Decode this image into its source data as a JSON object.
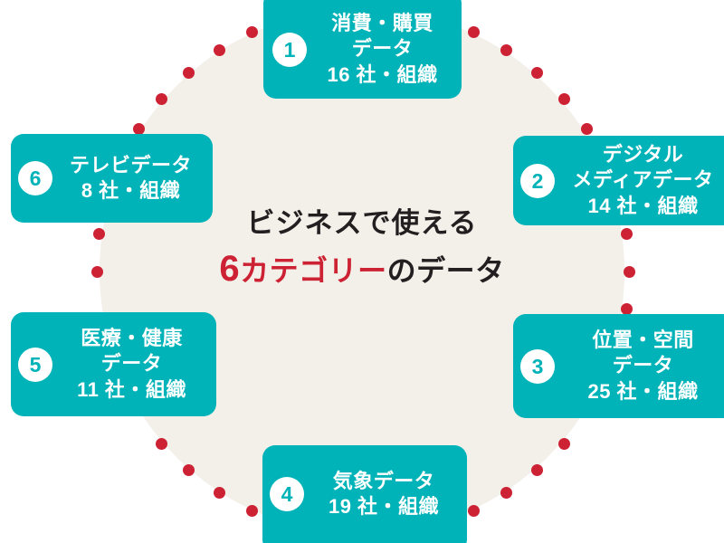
{
  "diagram": {
    "center": {
      "line1": "ビジネスで使える",
      "accent_number": "6",
      "accent_word": "カテゴリー",
      "line2_tail": "のデータ"
    },
    "colors": {
      "card_teal": "#00b3b8",
      "dot_crimson": "#cc2233",
      "disc_cream": "#f3efe9",
      "title_dark": "#231f20",
      "badge_white": "#ffffff"
    },
    "ring": {
      "dot_count": 44,
      "dot_color": "#cc2233"
    },
    "cards": [
      {
        "number": "1",
        "title": "消費・購買\nデータ",
        "count": "16 社・組織"
      },
      {
        "number": "2",
        "title": "デジタル\nメディアデータ",
        "count": "14 社・組織"
      },
      {
        "number": "3",
        "title": "位置・空間\nデータ",
        "count": "25 社・組織"
      },
      {
        "number": "4",
        "title": "気象データ",
        "count": "19 社・組織"
      },
      {
        "number": "5",
        "title": "医療・健康\nデータ",
        "count": "11 社・組織"
      },
      {
        "number": "6",
        "title": "テレビデータ",
        "count": "8 社・組織"
      }
    ]
  }
}
